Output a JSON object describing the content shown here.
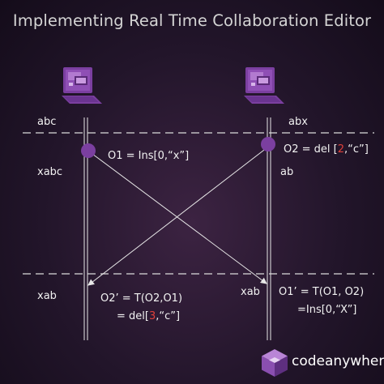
{
  "title": "Implementing Real Time Collaboration Editor",
  "left_client": {
    "initial_text": "abc",
    "after_local_op": "xabc",
    "final_text": "xab",
    "local_op": {
      "label": "O1 = Ins[0,",
      "arg": "“x”]"
    },
    "transformed_op": {
      "line1": "O2’ = T(O2,O1)",
      "line2_prefix": "= del[",
      "line2_index": "3",
      "line2_suffix": ",“c”]"
    }
  },
  "right_client": {
    "initial_text": "abx",
    "after_local_op": "ab",
    "final_text": "xab",
    "local_op": {
      "prefix": "O2 = del [",
      "index": "2",
      "suffix": ",“c”]"
    },
    "transformed_op": {
      "line1": "O1’ = T(O1, O2)",
      "line2": "=Ins[0,“X”]"
    }
  },
  "brand": {
    "name": "codeanywhere"
  },
  "colors": {
    "background": "#22152a",
    "accent_purple": "#7b3fa0",
    "highlight_red": "#e0403a",
    "line_white": "#e8e8e8"
  },
  "icons": [
    "laptop-icon",
    "laptop-icon",
    "codeanywhere-logo-icon"
  ]
}
